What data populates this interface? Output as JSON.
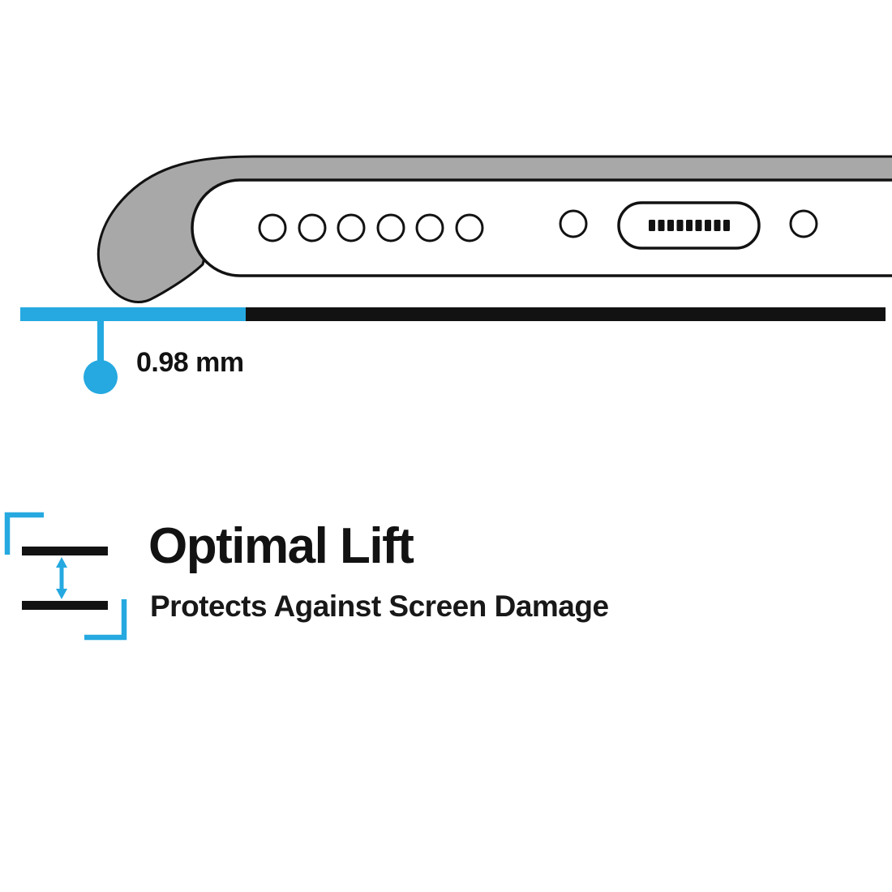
{
  "colors": {
    "accent_cyan": "#25A9E0",
    "ink": "#121212",
    "case_gray": "#A8A8A8",
    "paper": "#ffffff"
  },
  "measurement": {
    "value": "0.98 mm"
  },
  "feature": {
    "title": "Optimal Lift",
    "subtitle": "Protects Against Screen Damage"
  }
}
